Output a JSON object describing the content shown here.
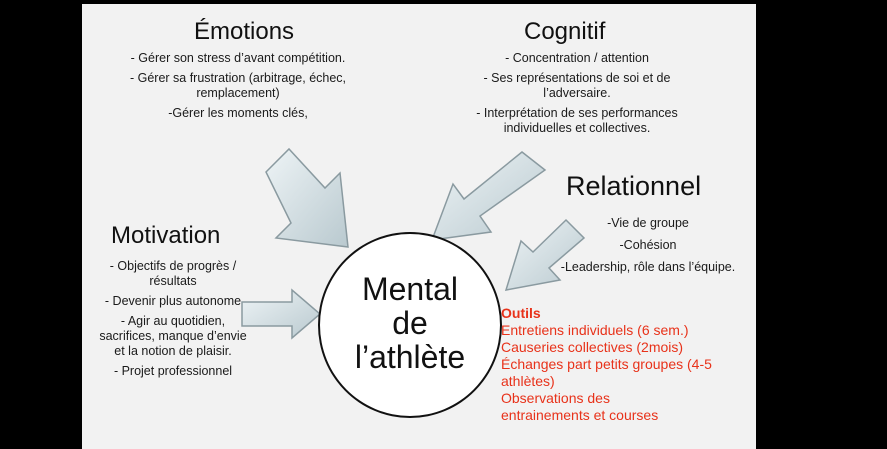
{
  "emotions": {
    "title": "Émotions",
    "items": [
      "- Gérer son stress d’avant compétition.",
      "- Gérer sa frustration (arbitrage, échec, remplacement)",
      "-Gérer les moments clés,"
    ]
  },
  "cognitif": {
    "title": "Cognitif",
    "items": [
      "- Concentration / attention",
      "- Ses représentations de soi et de l’adversaire.",
      "- Interprétation de ses performances individuelles et collectives."
    ]
  },
  "relationnel": {
    "title": "Relationnel",
    "items": [
      "-Vie de groupe",
      "-Cohésion",
      "-Leadership, rôle dans l’équipe."
    ]
  },
  "motivation": {
    "title": "Motivation",
    "items": [
      "- Objectifs de progrès / résultats",
      "- Devenir plus autonome",
      "- Agir au quotidien, sacrifices, manque d’envie et la notion de plaisir.",
      "- Projet professionnel"
    ]
  },
  "center": {
    "line1": "Mental",
    "line2": "de",
    "line3": "l’athlète"
  },
  "outils": {
    "title": "Outils",
    "items": [
      "Entretiens individuels (6 sem.)",
      "Causeries collectives (2mois)",
      "Échanges part petits groupes (4-5 athlètes)",
      "Observations des entrainements et courses"
    ]
  },
  "colors": {
    "tools": "#e8321a",
    "arrow_fill": "#d9e6ea",
    "arrow_stroke": "#8a9aa0"
  }
}
